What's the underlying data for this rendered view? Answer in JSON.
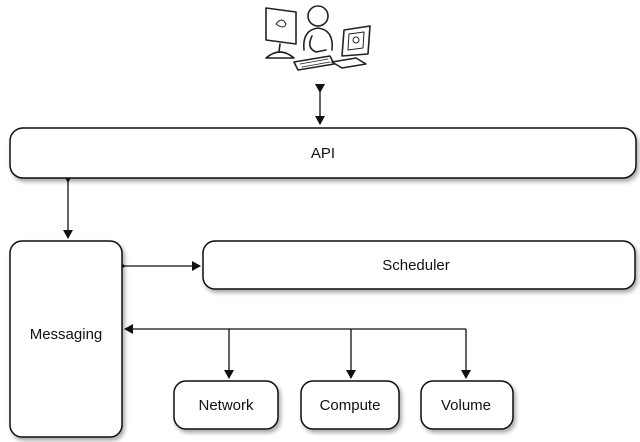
{
  "diagram": {
    "nodes": {
      "api": "API",
      "scheduler": "Scheduler",
      "messaging": "Messaging",
      "network": "Network",
      "compute": "Compute",
      "volume": "Volume"
    },
    "user_icon": "user-at-computer-icon",
    "colors": {
      "stroke": "#111111",
      "fill": "#ffffff",
      "shadow": "#b8b8b8"
    }
  }
}
